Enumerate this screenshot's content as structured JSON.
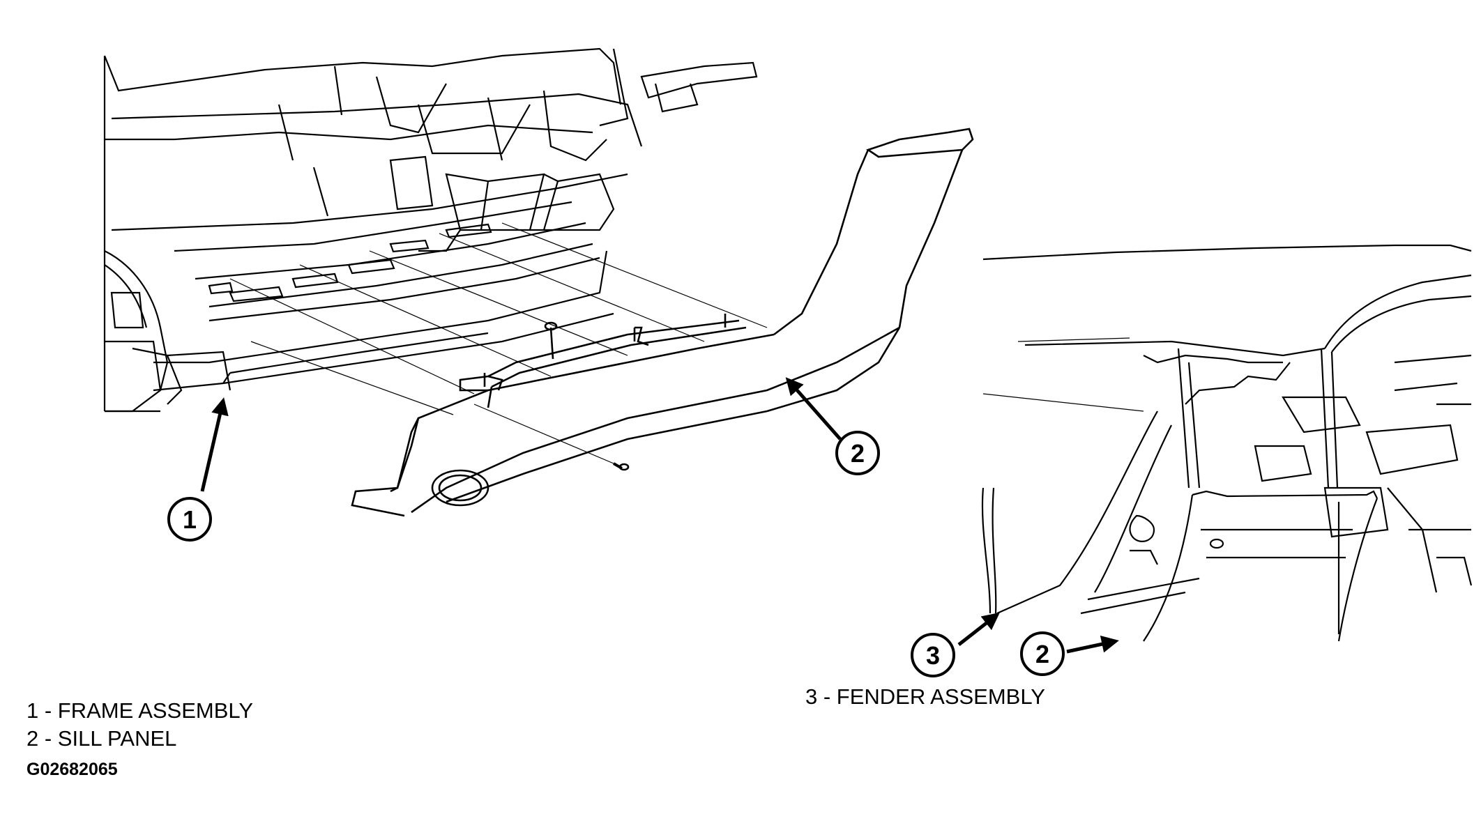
{
  "callouts": {
    "left_1": "1",
    "left_2": "2",
    "right_3": "3",
    "right_2": "2"
  },
  "legend": {
    "left": [
      "1 - FRAME ASSEMBLY",
      "2 - SILL PANEL"
    ],
    "right": [
      "3 - FENDER ASSEMBLY"
    ]
  },
  "figure_id": "G02682065"
}
